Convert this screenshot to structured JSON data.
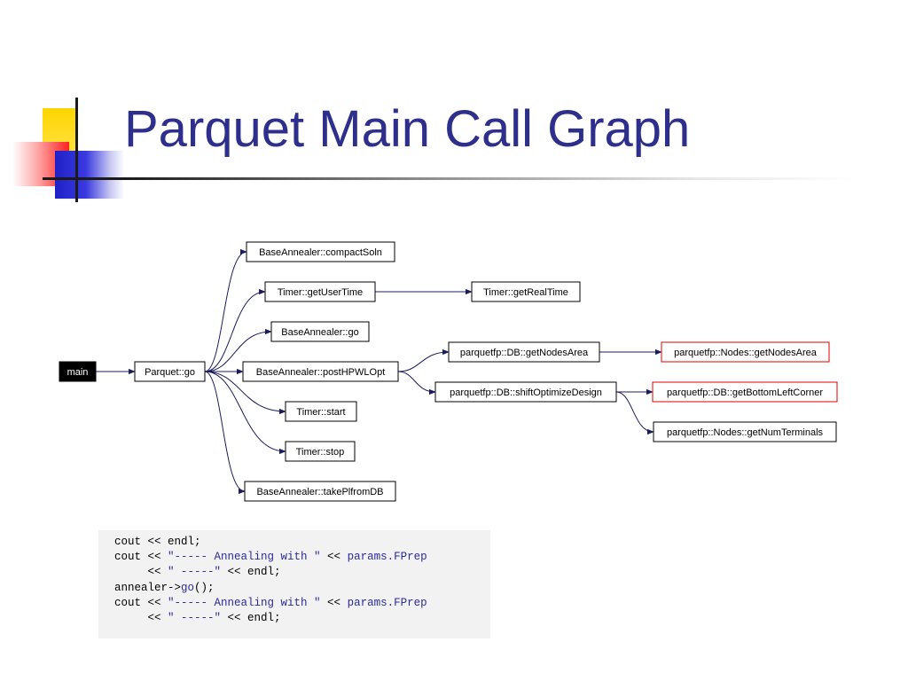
{
  "slide": {
    "title": "Parquet Main Call Graph"
  },
  "call_graph": {
    "nodes": [
      {
        "id": "main",
        "label": "main",
        "style": "filled-black"
      },
      {
        "id": "parquet_go",
        "label": "Parquet::go",
        "style": "normal"
      },
      {
        "id": "compactSoln",
        "label": "BaseAnnealer::compactSoln",
        "style": "normal"
      },
      {
        "id": "getUserTime",
        "label": "Timer::getUserTime",
        "style": "normal"
      },
      {
        "id": "getRealTime",
        "label": "Timer::getRealTime",
        "style": "normal"
      },
      {
        "id": "ba_go",
        "label": "BaseAnnealer::go",
        "style": "normal"
      },
      {
        "id": "postHPWLOpt",
        "label": "BaseAnnealer::postHPWLOpt",
        "style": "normal"
      },
      {
        "id": "db_getNodesArea",
        "label": "parquetfp::DB::getNodesArea",
        "style": "normal"
      },
      {
        "id": "nodes_getNodesArea",
        "label": "parquetfp::Nodes::getNodesArea",
        "style": "red-border"
      },
      {
        "id": "shiftOptimizeDesign",
        "label": "parquetfp::DB::shiftOptimizeDesign",
        "style": "normal"
      },
      {
        "id": "getBottomLeftCorner",
        "label": "parquetfp::DB::getBottomLeftCorner",
        "style": "red-border"
      },
      {
        "id": "getNumTerminals",
        "label": "parquetfp::Nodes::getNumTerminals",
        "style": "normal"
      },
      {
        "id": "timer_start",
        "label": "Timer::start",
        "style": "normal"
      },
      {
        "id": "timer_stop",
        "label": "Timer::stop",
        "style": "normal"
      },
      {
        "id": "takePlfromDB",
        "label": "BaseAnnealer::takePlfromDB",
        "style": "normal"
      }
    ],
    "edges": [
      [
        "main",
        "parquet_go"
      ],
      [
        "parquet_go",
        "compactSoln"
      ],
      [
        "parquet_go",
        "getUserTime"
      ],
      [
        "parquet_go",
        "ba_go"
      ],
      [
        "parquet_go",
        "postHPWLOpt"
      ],
      [
        "parquet_go",
        "timer_start"
      ],
      [
        "parquet_go",
        "timer_stop"
      ],
      [
        "parquet_go",
        "takePlfromDB"
      ],
      [
        "getUserTime",
        "getRealTime"
      ],
      [
        "postHPWLOpt",
        "db_getNodesArea"
      ],
      [
        "postHPWLOpt",
        "shiftOptimizeDesign"
      ],
      [
        "db_getNodesArea",
        "nodes_getNodesArea"
      ],
      [
        "shiftOptimizeDesign",
        "getBottomLeftCorner"
      ],
      [
        "shiftOptimizeDesign",
        "getNumTerminals"
      ]
    ],
    "colors": {
      "edge": "#1c1c5c",
      "highlight_border": "#e00000",
      "title": "#2e2e8c"
    }
  },
  "code_block": {
    "lines": [
      {
        "segments": [
          {
            "text": "cout << endl;",
            "kind": "plain"
          }
        ]
      },
      {
        "segments": [
          {
            "text": "cout << ",
            "kind": "plain"
          },
          {
            "text": "\"----- Annealing with \"",
            "kind": "string"
          },
          {
            "text": " << ",
            "kind": "plain"
          },
          {
            "text": "params.FPrep",
            "kind": "string"
          }
        ]
      },
      {
        "segments": [
          {
            "text": "     << ",
            "kind": "plain"
          },
          {
            "text": "\" -----\"",
            "kind": "string"
          },
          {
            "text": " << endl;",
            "kind": "plain"
          }
        ]
      },
      {
        "segments": [
          {
            "text": "annealer->",
            "kind": "plain"
          },
          {
            "text": "go",
            "kind": "string"
          },
          {
            "text": "();",
            "kind": "plain"
          }
        ]
      },
      {
        "segments": [
          {
            "text": "cout << ",
            "kind": "plain"
          },
          {
            "text": "\"----- Annealing with \"",
            "kind": "string"
          },
          {
            "text": " << ",
            "kind": "plain"
          },
          {
            "text": "params.FPrep",
            "kind": "string"
          }
        ]
      },
      {
        "segments": [
          {
            "text": "     << ",
            "kind": "plain"
          },
          {
            "text": "\" -----\"",
            "kind": "string"
          },
          {
            "text": " << endl;",
            "kind": "plain"
          }
        ]
      }
    ]
  }
}
